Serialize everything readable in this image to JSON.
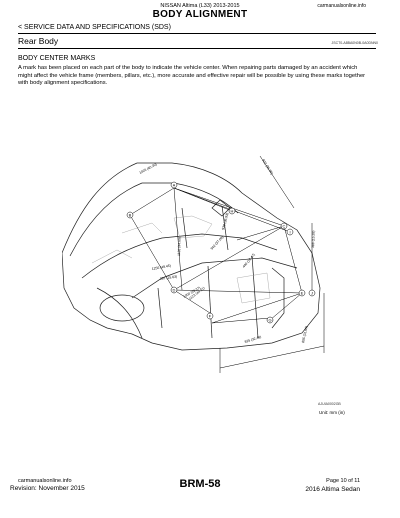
{
  "header": {
    "model_line": "NISSAN Altima (L33) 2013-2015",
    "site": "carmanualsonline.info",
    "title": "BODY ALIGNMENT"
  },
  "breadcrumb": "< SERVICE DATA AND SPECIFICATIONS (SDS)",
  "section": {
    "title": "Rear Body",
    "doc_id": "JSCT0-A8BA0N0B-0A0DNN0"
  },
  "subheading": "BODY CENTER MARKS",
  "paragraph": "A mark has been placed on each part of the body to indicate the vehicle center. When repairing parts damaged by an accident which might affect the vehicle frame (members, pillars, etc.), more accurate and effective repair will be possible by using these marks together with body alignment specifications.",
  "figure": {
    "dimensions": [
      "1026 (40.39)",
      "922 (36.30)",
      "938 (36.93)",
      "1135 (44.69)",
      "1256 (49.45)",
      "942 (37.09)",
      "1000 (39.37)",
      "388 (15.28)",
      "440 (18.47)",
      "397 (15.63)",
      "1123 (44.21)",
      "825 (32.48)",
      "805 (31.69)"
    ],
    "points": [
      "A",
      "B",
      "C",
      "D",
      "E",
      "F",
      "G",
      "H",
      "I",
      "J"
    ],
    "figure_id": "AJUIA0002GB",
    "unit": "Unit: mm (in)"
  },
  "footer": {
    "site": "carmanualsonline.info",
    "revision": "Revision: November 2015",
    "page": "BRM-58",
    "page_count": "Page 10 of 11",
    "model": "2016 Altima Sedan"
  }
}
